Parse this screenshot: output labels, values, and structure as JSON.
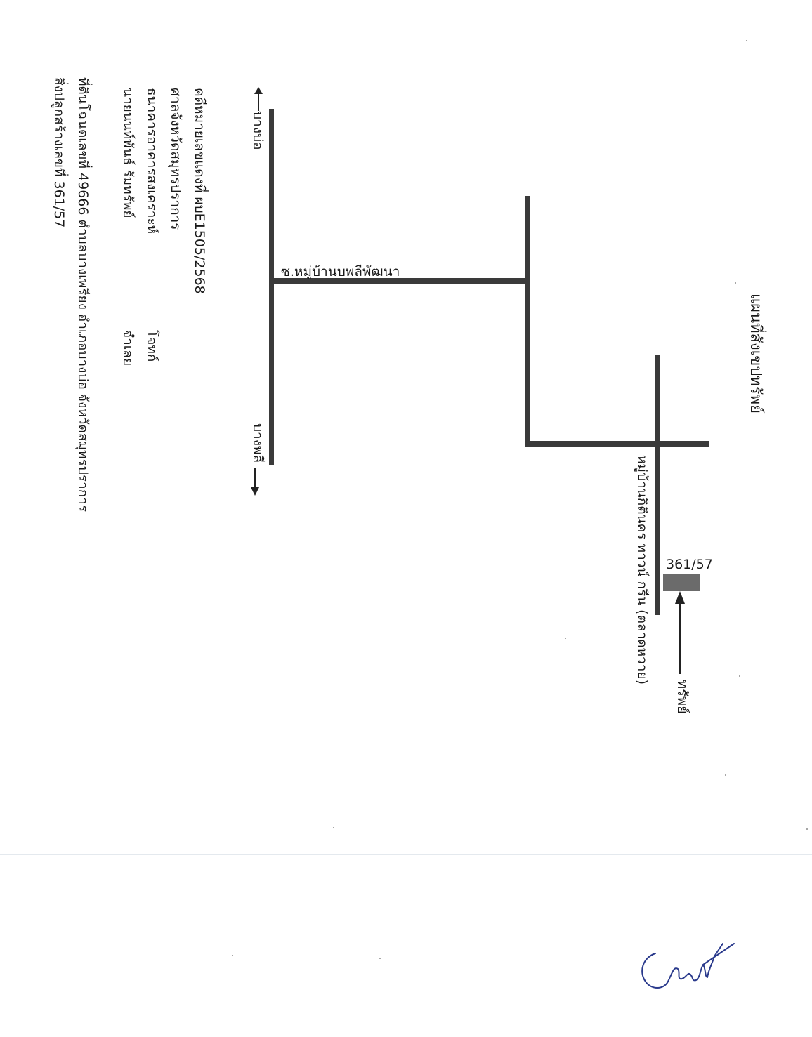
{
  "map_title": "แผนที่สังเขปทรัพย์",
  "property_label": "ทรัพย์",
  "property_number": "361/57",
  "village_road_label": "หมู่บ้านกิตินคร ทาวน์ กรีน (ตลาดหวาย)",
  "soi_label": "ซ.หมู่บ้านบพลีพัฒนา",
  "main_road_end_top": "บางบ่อ",
  "main_road_end_bottom": "บางพลี",
  "case_info": {
    "line1": "คดีหมายเลขแดงที่ ผบE1505/2568",
    "line2": "ศาลจังหวัดสมุทรปราการ",
    "line3_left": "ธนาคารอาคารสงเคราะห์",
    "line3_right": "โจทก์",
    "line4_left": "นายนนท์พันธ์ รัมทรัพย์",
    "line4_right": "จำเลย",
    "line5": "ที่ดินโฉนดเลขที่ 49666 ตำบลบางเพรียง อำเภอบางบ่อ จังหวัดสมุทรปราการ",
    "line6": "สิ่งปลูกสร้างเลขที่ 361/57"
  },
  "colors": {
    "road": "#3a3a3a",
    "property_block": "#6b6b6b",
    "signature": "#2a3a8c"
  }
}
